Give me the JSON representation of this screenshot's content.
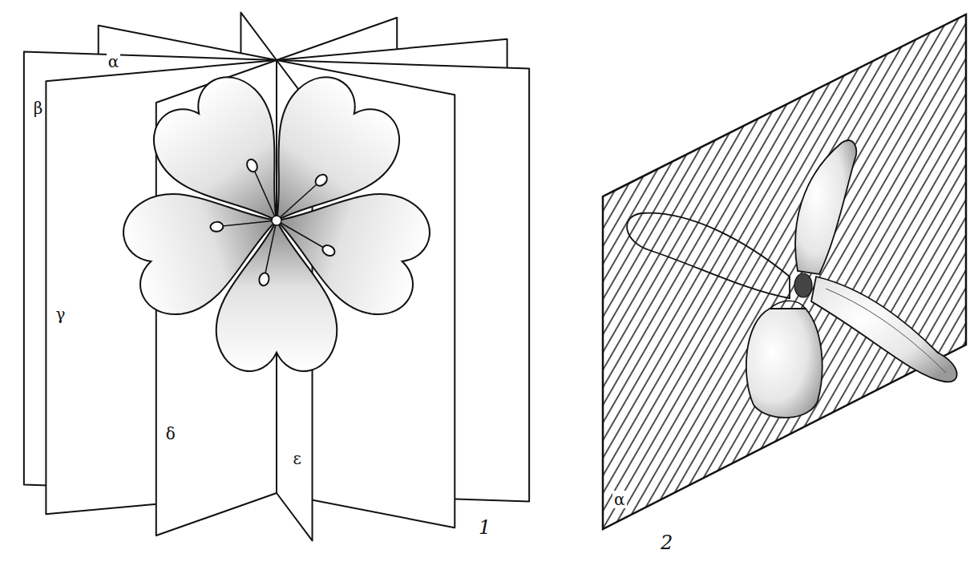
{
  "diagram": {
    "labels": [
      "α",
      "β",
      "γ",
      "δ",
      "ε",
      "1",
      "α",
      "2"
    ]
  }
}
